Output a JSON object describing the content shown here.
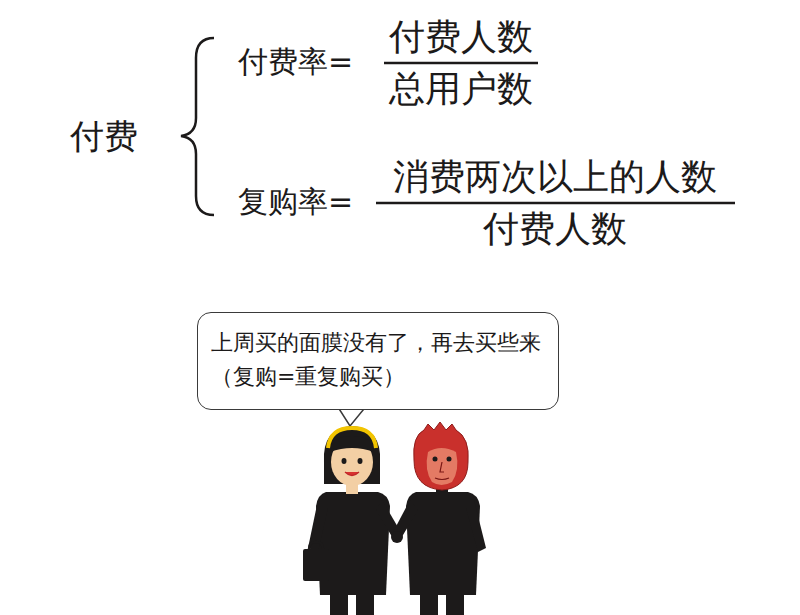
{
  "diagram": {
    "nodes": [
      {
        "text": [
          "上周买的面膜没有了，再去买些来（复购=重复购买）"
        ]
      }
    ],
    "labels": [
      "付费",
      "付费率=",
      "付费人数",
      "总用户数",
      "复购率=",
      "消费两次以上的人数",
      "付费人数"
    ]
  }
}
